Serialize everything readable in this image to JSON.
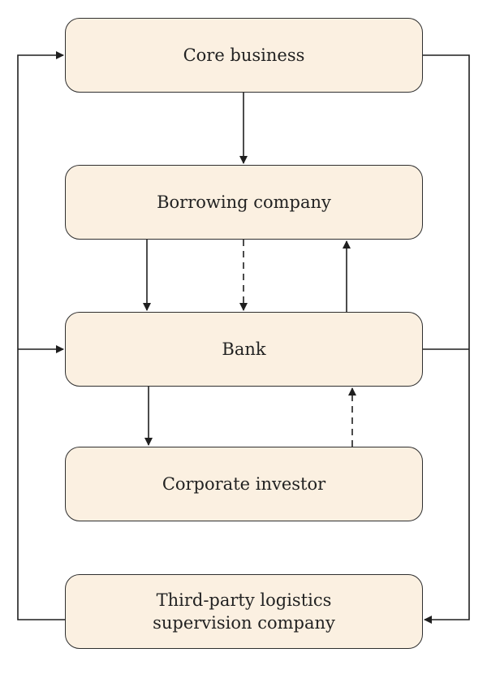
{
  "diagram": {
    "nodes": [
      {
        "id": "core",
        "label": "Core business"
      },
      {
        "id": "borrowing",
        "label": "Borrowing company"
      },
      {
        "id": "bank",
        "label": "Bank"
      },
      {
        "id": "investor",
        "label": "Corporate investor"
      },
      {
        "id": "logistics",
        "label": "Third-party logistics supervision company"
      }
    ]
  },
  "colors": {
    "box_fill": "#fbf0e1",
    "box_stroke": "#2f2f2f",
    "line": "#1f1f1f",
    "text": "#222222"
  }
}
